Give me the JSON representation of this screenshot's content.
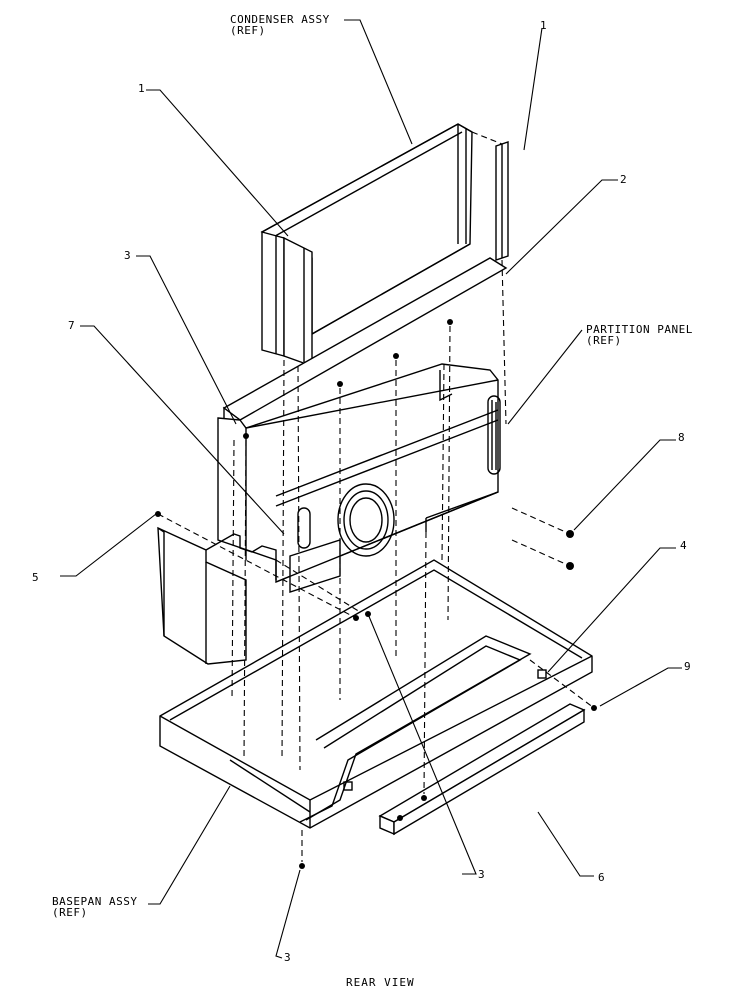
{
  "labels": {
    "condenser": {
      "line1": "CONDENSER ASSY",
      "line2": "(REF)"
    },
    "partition": {
      "line1": "PARTITION PANEL",
      "line2": "(REF)"
    },
    "basepan": {
      "line1": "BASEPAN ASSY",
      "line2": "(REF)"
    },
    "callout_1_left": "1",
    "callout_1_right": "1",
    "callout_2": "2",
    "callout_3_upper": "3",
    "callout_3_lower": "3",
    "callout_3_bottom": "3",
    "callout_4": "4",
    "callout_5": "5",
    "callout_6": "6",
    "callout_7": "7",
    "callout_8": "8",
    "callout_9": "9"
  },
  "caption": "REAR VIEW"
}
